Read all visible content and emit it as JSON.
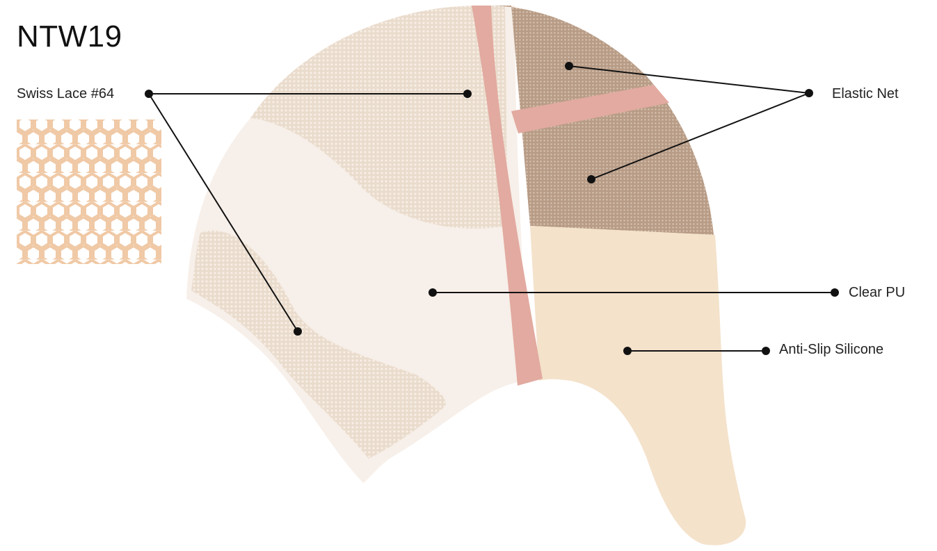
{
  "title": "NTW19",
  "labels": {
    "swiss_lace": "Swiss Lace #64",
    "elastic_net": "Elastic Net",
    "clear_pu": "Clear PU",
    "anti_slip_silicone": "Anti-Slip Silicone"
  },
  "colors": {
    "clear_pu": "#f7efe9",
    "swiss_lace": "#e9d8c8",
    "elastic_net": "#bfa590",
    "silicone": "#f4e2cb",
    "band": "#e2aaa0",
    "leader": "#111111"
  }
}
